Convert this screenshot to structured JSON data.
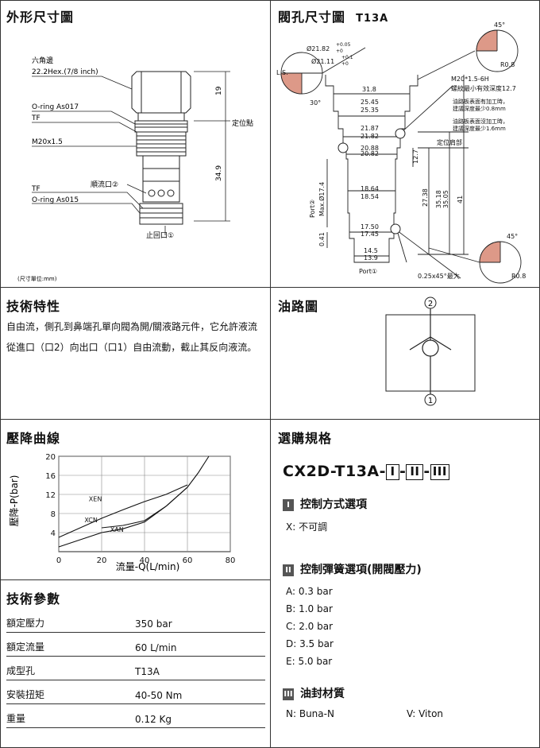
{
  "sections": {
    "outline": {
      "title": "外形尺寸圖"
    },
    "cavity": {
      "title": "閥孔尺寸圖",
      "model": "T13A"
    },
    "features": {
      "title": "技術特性",
      "text": "自由流，側孔到鼻端孔單向閥為開/關液路元件，它允許液流從進口（口2）向出口（口1）自由流動，截止其反向液流。"
    },
    "hydraulic": {
      "title": "油路圖"
    },
    "pressure_curve": {
      "title": "壓降曲線"
    },
    "ordering": {
      "title": "選購規格"
    },
    "params": {
      "title": "技術參數"
    }
  },
  "outline_drawing": {
    "hex_label_1": "六角邊",
    "hex_label_2": "22.2Hex.(7/8  inch)",
    "oring1": "O-ring As017",
    "tf1": "TF",
    "thread": "M20x1.5",
    "port2": "順流口②",
    "tf2": "TF",
    "oring2": "O-ring As015",
    "port1": "止回口①",
    "dim19": "19",
    "dim349": "34.9",
    "locate": "定位點",
    "unit": "(尺寸單位:mm)"
  },
  "cavity_drawing": {
    "d2182": "Ø21.82",
    "tol1a": "+0.05",
    "tol1b": "+0",
    "d2111": "Ø21.11",
    "tol2a": "+0.1",
    "tol2b": "+0",
    "ls": "L.S.",
    "angle30": "30°",
    "angle45a": "45°",
    "r08a": "R0.8",
    "angle45b": "45°",
    "r08b": "R0.8",
    "d318": "31.8",
    "d2545": "25.45",
    "d2535": "25.35",
    "d2187": "21.87",
    "d2182b": "21.82",
    "d2088": "20.88",
    "d2082": "20.82",
    "d1864": "18.64",
    "d1854": "18.54",
    "d1750": "17.50",
    "d1745": "17.45",
    "d145": "14.5",
    "d139": "13.9",
    "thread": "M20*1.5-6H",
    "thread_note": "螺紋最小有效深度12.7",
    "note1a": "油路板表面有加工時，",
    "note1b": "建議深度最少0.8mm",
    "note2a": "油路板表面沒加工時，",
    "note2b": "建議深度最少1.6mm",
    "shoulder": "定位肩部",
    "d127": "12.7",
    "d2738": "27.38",
    "d3518": "35.18",
    "d3505": "35.05",
    "d41": "41",
    "port2": "Port②",
    "max174": "Max.Ø17.4",
    "d041": "0.41",
    "port1": "Port①",
    "chamfer": "0.25x45°最大"
  },
  "circuit": {
    "port_top": "2",
    "port_bottom": "1"
  },
  "chart_data": {
    "type": "line",
    "xlabel": "流量-Q(L/min)",
    "ylabel": "壓降-P(bar)",
    "xlim": [
      0,
      80
    ],
    "ylim": [
      0,
      20
    ],
    "x_ticks": [
      "0",
      "20",
      "40",
      "60",
      "80"
    ],
    "y_ticks": [
      "4",
      "8",
      "12",
      "16",
      "20"
    ],
    "series": [
      {
        "name": "XEN",
        "x": [
          0,
          10,
          20,
          30,
          40,
          50,
          60
        ],
        "y": [
          3,
          5,
          7,
          8.8,
          10.5,
          12,
          14
        ]
      },
      {
        "name": "XCN",
        "x": [
          0,
          10,
          20,
          30,
          40,
          50,
          60,
          65,
          70
        ],
        "y": [
          1,
          2.5,
          4,
          4.8,
          6.2,
          9.5,
          13.5,
          16.5,
          20
        ]
      },
      {
        "name": "XAN",
        "x": [
          20,
          30,
          40,
          50,
          60
        ],
        "y": [
          5,
          5.5,
          6.5,
          9.5,
          13.5
        ]
      }
    ]
  },
  "params": {
    "rows": [
      {
        "k": "額定壓力",
        "v": "350 bar"
      },
      {
        "k": "額定流量",
        "v": "60 L/min"
      },
      {
        "k": "成型孔",
        "v": "T13A"
      },
      {
        "k": "安裝扭矩",
        "v": "40-50 Nm"
      },
      {
        "k": "重量",
        "v": "0.12 Kg"
      }
    ]
  },
  "ordering": {
    "model_prefix": "CX2D-T13A",
    "sep": "-",
    "box1": "I",
    "box2": "II",
    "box3": "III",
    "opt1": {
      "num": "I",
      "title": "控制方式選項",
      "items": [
        "X: 不可調"
      ]
    },
    "opt2": {
      "num": "II",
      "title": "控制彈簧選項(開閥壓力)",
      "items": [
        "A: 0.3 bar",
        "B: 1.0 bar",
        "C: 2.0 bar",
        "D: 3.5 bar",
        "E: 5.0 bar"
      ]
    },
    "opt3": {
      "num": "III",
      "title": "油封材質",
      "items": [
        "N:  Buna-N",
        "V:   Viton"
      ]
    }
  }
}
